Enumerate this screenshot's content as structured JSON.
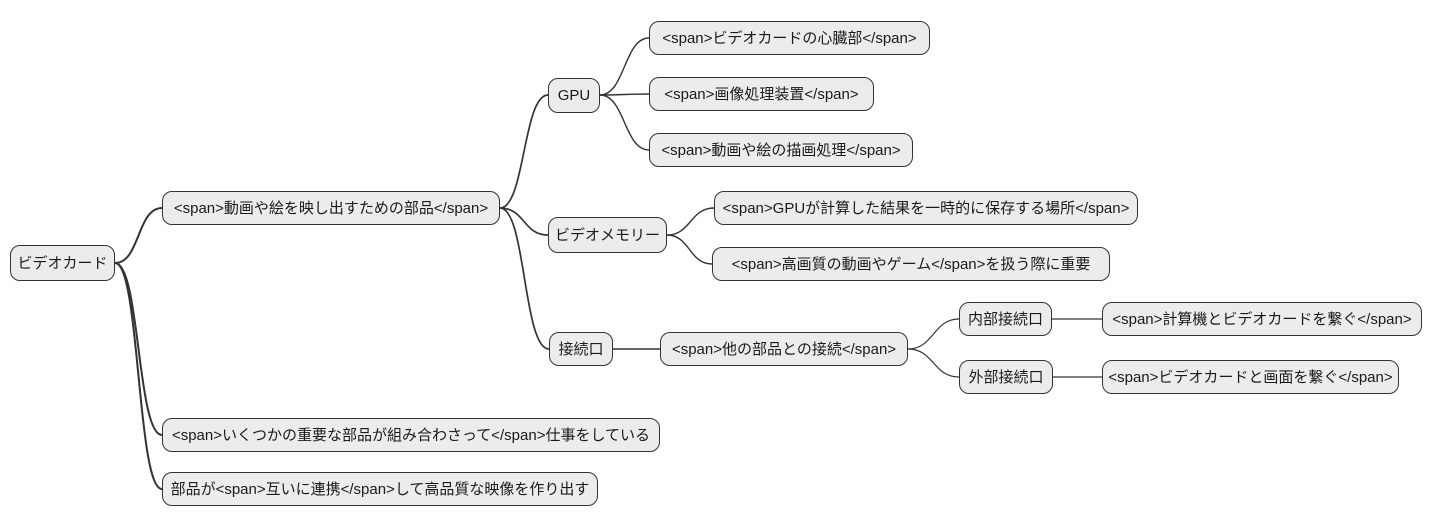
{
  "diagram": {
    "type": "mindmap",
    "topic": "ビデオカード"
  },
  "colors": {
    "background": "#ffffff",
    "node_fill": "#ececec",
    "node_border": "#333333",
    "edge": "#333333",
    "text": "#1a1a1a"
  },
  "nodes": [
    {
      "id": "root",
      "parent": null,
      "label": "ビデオカード"
    },
    {
      "id": "purpose",
      "parent": "root",
      "label": "<span>動画や絵を映し出すための部品</span>"
    },
    {
      "id": "gpu",
      "parent": "purpose",
      "label": "GPU"
    },
    {
      "id": "gpu-heart",
      "parent": "gpu",
      "label": "<span>ビデオカードの心臓部</span>"
    },
    {
      "id": "gpu-image",
      "parent": "gpu",
      "label": "<span>画像処理装置</span>"
    },
    {
      "id": "gpu-draw",
      "parent": "gpu",
      "label": "<span>動画や絵の描画処理</span>"
    },
    {
      "id": "vram",
      "parent": "purpose",
      "label": "ビデオメモリー"
    },
    {
      "id": "vram-store",
      "parent": "vram",
      "label": "<span>GPUが計算した結果を一時的に保存する場所</span>"
    },
    {
      "id": "vram-important",
      "parent": "vram",
      "label": "<span>高画質の動画やゲーム</span>を扱う際に重要"
    },
    {
      "id": "ports",
      "parent": "purpose",
      "label": "接続口"
    },
    {
      "id": "ports-desc",
      "parent": "ports",
      "label": "<span>他の部品との接続</span>"
    },
    {
      "id": "port-internal",
      "parent": "ports-desc",
      "label": "内部接続口"
    },
    {
      "id": "port-internal-desc",
      "parent": "port-internal",
      "label": "<span>計算機とビデオカードを繋ぐ</span>"
    },
    {
      "id": "port-external",
      "parent": "ports-desc",
      "label": "外部接続口"
    },
    {
      "id": "port-external-desc",
      "parent": "port-external",
      "label": "<span>ビデオカードと画面を繋ぐ</span>"
    },
    {
      "id": "combination",
      "parent": "root",
      "label": "<span>いくつかの重要な部品が組み合わさって</span>仕事をしている"
    },
    {
      "id": "cooperation",
      "parent": "root",
      "label": "部品が<span>互いに連携</span>して高品質な映像を作り出す"
    }
  ]
}
